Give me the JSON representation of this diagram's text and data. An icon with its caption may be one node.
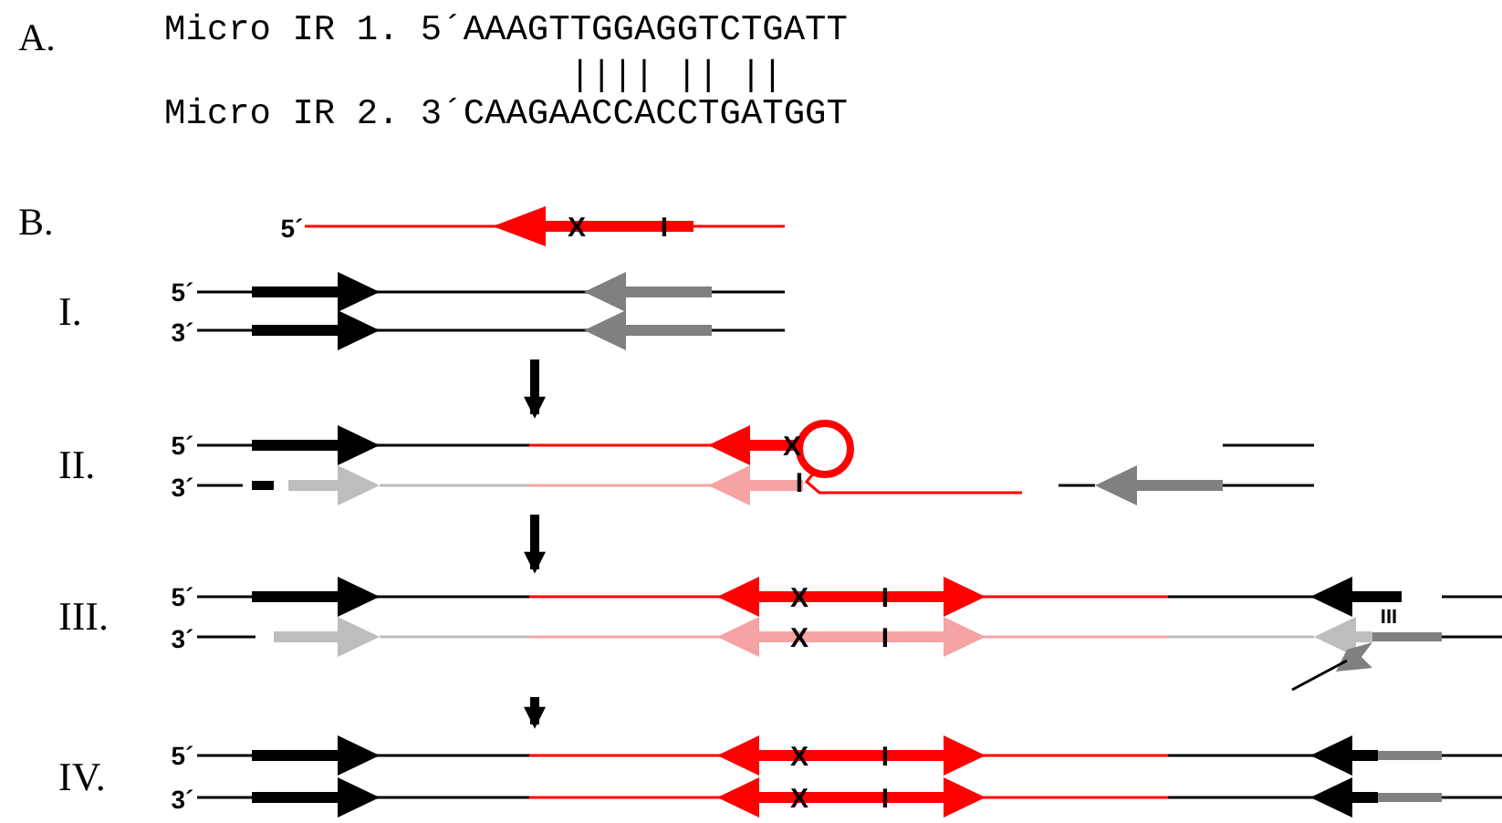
{
  "diagram": {
    "nodes": [
      {
        "text": [
          "I."
        ]
      },
      {
        "text": [
          "II."
        ]
      },
      {
        "text": [
          "III."
        ]
      },
      {
        "text": [
          "IV."
        ]
      }
    ],
    "edges": [
      {
        "from": 0,
        "to": 1,
        "arrow": "to"
      },
      {
        "from": 1,
        "to": 2,
        "arrow": "to"
      },
      {
        "from": 2,
        "to": 3,
        "arrow": "to"
      }
    ],
    "labels": [
      "A.",
      "Micro IR 1. 5´AAAGTTGGAGGTCTGATT",
      "|||| || ||",
      "Micro IR 2. 3´CAAGAACCACCTGATGGT",
      "B.",
      "5´",
      "X",
      "I",
      "5´",
      "3´",
      "5´",
      "X",
      "3´",
      "I",
      "5´",
      "X",
      "I",
      "III",
      "3´",
      "X",
      "I",
      "5´",
      "X",
      "I",
      "3´",
      "X",
      "I"
    ]
  }
}
